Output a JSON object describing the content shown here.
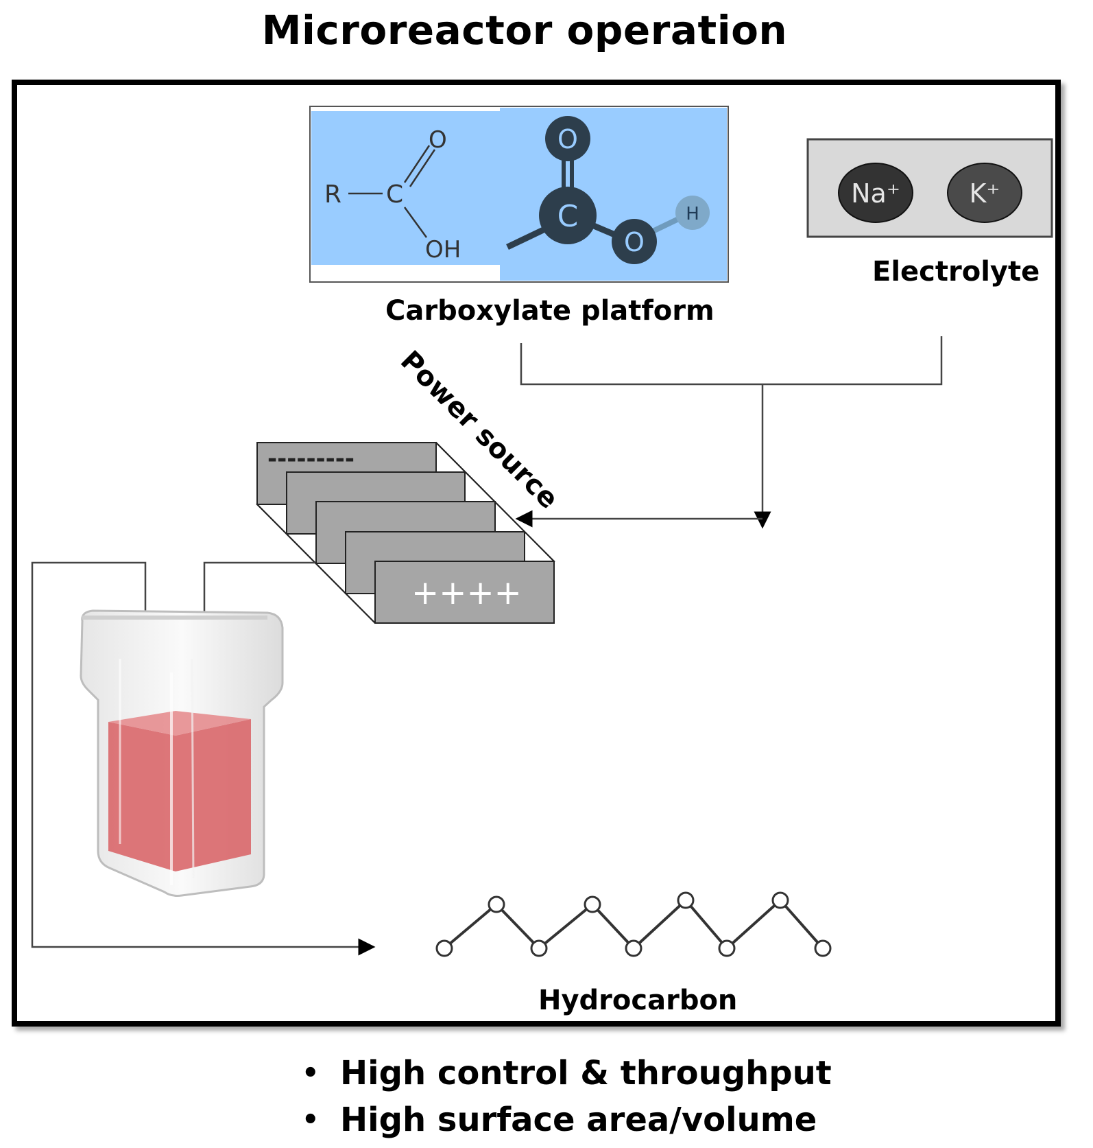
{
  "title": "Microreactor operation",
  "structure": {
    "r_group": "R",
    "carbon": "C",
    "carbonyl_oxygen": "O",
    "hydroxyl": "OH",
    "ball_oxygen_top": "O",
    "ball_carbon": "C",
    "ball_oxygen_right": "O",
    "ball_hydrogen": "H"
  },
  "labels": {
    "carboxylate": "Carboxylate platform",
    "electrolyte": "Electrolyte",
    "power_source": "Power source",
    "hydrocarbon": "Hydrocarbon"
  },
  "ions": [
    "Na⁺",
    "K⁺"
  ],
  "electrodes": {
    "negative": "---------",
    "positive": "++++"
  },
  "bullets": [
    "High control & throughput",
    "High surface area/volume"
  ],
  "colors": {
    "platform_bg": "#99ccff",
    "electrolyte_bg": "#d9d9d9",
    "plate_gray": "#a6a6a6",
    "liquid_red": "#d9676a",
    "atom_dark": "#2d3e4c"
  }
}
